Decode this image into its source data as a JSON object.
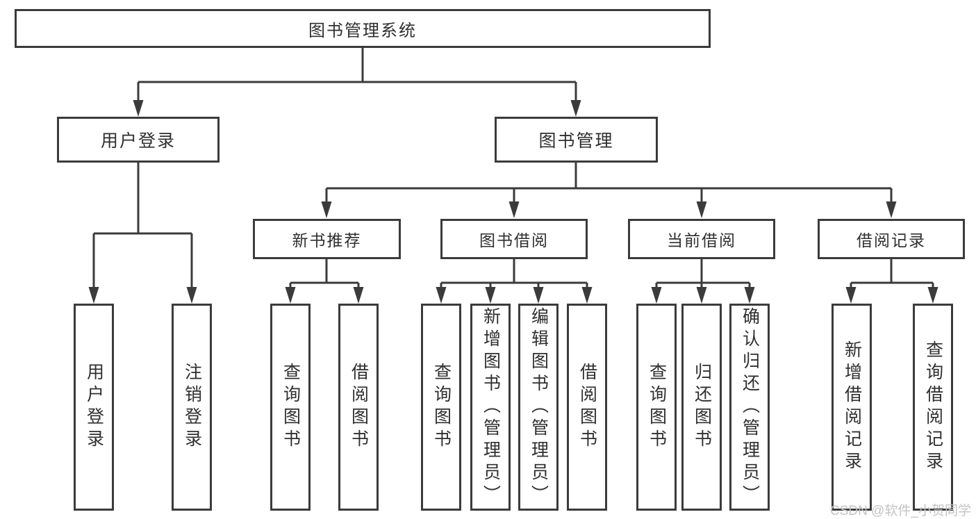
{
  "title": "图书管理系统",
  "watermark": "CSDN @软件_小贺同学",
  "colors": {
    "line": "#3b3b3b",
    "text": "#2f2f2f",
    "watermark_text": "#c3c3c3",
    "background": "#ffffff"
  },
  "nodes": {
    "root": {
      "label": "图书管理系统"
    },
    "user_login": {
      "label": "用户登录"
    },
    "book_management": {
      "label": "图书管理"
    },
    "new_book_recommend": {
      "label": "新书推荐"
    },
    "book_borrowing": {
      "label": "图书借阅"
    },
    "current_borrowing": {
      "label": "当前借阅"
    },
    "borrowing_records": {
      "label": "借阅记录"
    },
    "leaf_user_login": {
      "label": "用户登录"
    },
    "leaf_logout": {
      "label": "注销登录"
    },
    "leaf_query_books_1": {
      "label": "查询图书"
    },
    "leaf_borrow_books_1": {
      "label": "借阅图书"
    },
    "leaf_query_books_2": {
      "label": "查询图书"
    },
    "leaf_add_books_admin": {
      "label": "新增图书（管理员）"
    },
    "leaf_edit_books_admin": {
      "label": "编辑图书（管理员）"
    },
    "leaf_borrow_books_2": {
      "label": "借阅图书"
    },
    "leaf_query_books_3": {
      "label": "查询图书"
    },
    "leaf_return_books": {
      "label": "归还图书"
    },
    "leaf_confirm_return_admin": {
      "label": "确认归还（管理员）"
    },
    "leaf_add_borrow_record": {
      "label": "新增借阅记录"
    },
    "leaf_query_borrow_record": {
      "label": "查询借阅记录"
    }
  },
  "hierarchy": {
    "图书管理系统": {
      "用户登录": [
        "用户登录",
        "注销登录"
      ],
      "图书管理": {
        "新书推荐": [
          "查询图书",
          "借阅图书"
        ],
        "图书借阅": [
          "查询图书",
          "新增图书（管理员）",
          "编辑图书（管理员）",
          "借阅图书"
        ],
        "当前借阅": [
          "查询图书",
          "归还图书",
          "确认归还（管理员）"
        ],
        "借阅记录": [
          "新增借阅记录",
          "查询借阅记录"
        ]
      }
    }
  }
}
